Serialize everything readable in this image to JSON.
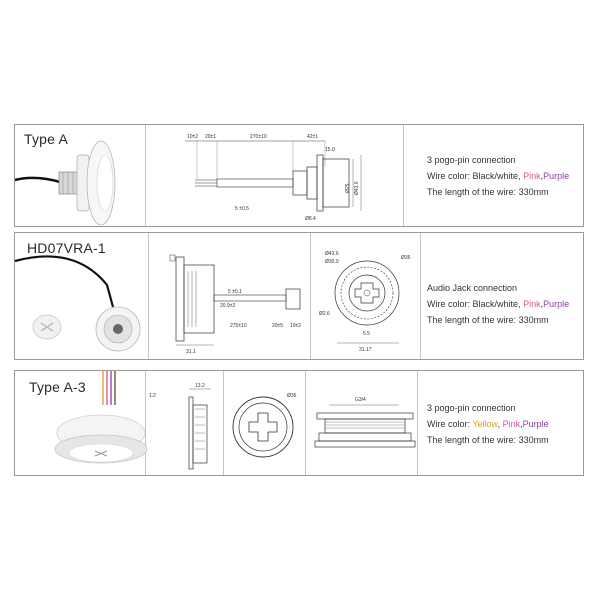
{
  "rows": [
    {
      "title": "Type  A",
      "connection": "3 pogo-pin connection",
      "wire_color_label": "Wire color:",
      "wire_colors": [
        "Black/white,",
        "Pink",
        ",",
        "Purple"
      ],
      "length_label": "The length of the wire:",
      "length_value": "330mm",
      "dims": {
        "d1": "10±2",
        "d2": "20±1",
        "d3": "270±10",
        "d4": "42±1",
        "d5": "15.0",
        "d6": "5 ±0.5",
        "d7": "Ø8.4",
        "d8": "Ø25",
        "d9": "Ø43.6"
      }
    },
    {
      "title": "HD07VRA-1",
      "connection": "Audio Jack connection",
      "wire_color_label": "Wire color:",
      "wire_colors": [
        "Black/white,",
        "Pink",
        ",",
        "Purple"
      ],
      "length_label": "The length of the wire:",
      "length_value": "330mm",
      "dims": {
        "a1": "5 ±0.1",
        "a2": "20.9±2",
        "a3": "275±10",
        "a4": "20±5",
        "a5": "10±2",
        "a6": "31.1",
        "b1": "Ø43.6",
        "b2": "Ø30.9",
        "b3": "Ø36",
        "b4": "Ø2.6",
        "b5": "5.5",
        "b6": "31.17"
      }
    },
    {
      "title": "Type A-3",
      "connection": "3 pogo-pin connection",
      "wire_color_label": "Wire color:",
      "wire_colors": [
        "Yellow",
        ",",
        "Pink",
        ",",
        "Purple"
      ],
      "length_label": "The length of the wire:",
      "length_value": "330mm",
      "dims": {
        "c1": "1.2",
        "c2": "13.2",
        "c3": "Ø36",
        "c4": "G3/4"
      }
    }
  ]
}
